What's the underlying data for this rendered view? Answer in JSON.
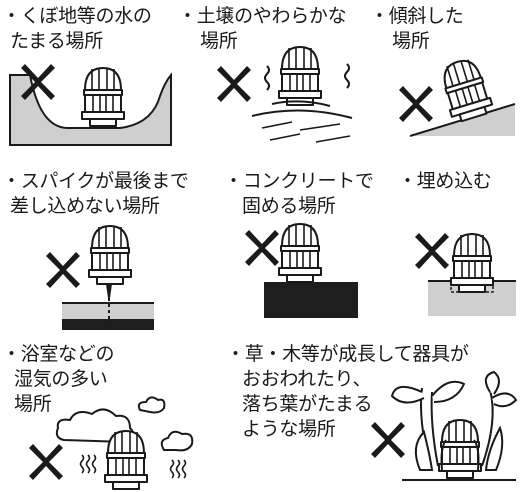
{
  "cells": [
    {
      "lines": [
        "・くぼ地等の水の",
        "たまる場所"
      ]
    },
    {
      "lines": [
        "・土壌のやわらかな",
        "場所"
      ]
    },
    {
      "lines": [
        "・傾斜した",
        "場所"
      ]
    },
    {
      "lines": [
        "・スパイクが最後まで",
        "差し込めない場所"
      ]
    },
    {
      "lines": [
        "・コンクリートで",
        "固める場所"
      ]
    },
    {
      "lines": [
        "・埋め込む"
      ]
    },
    {
      "lines": [
        "・浴室などの",
        "湿気の多い",
        "場所"
      ]
    },
    {
      "lines": [
        "・草・木等が成長して器具が",
        "おおわれたり、",
        "落ち葉がたまる",
        "ような場所"
      ]
    }
  ],
  "icons": [
    "prohibited-x-icon",
    "garden-light-icon"
  ],
  "colors": {
    "ink": "#1a1a1a",
    "ground": "#cfcfcf",
    "concrete": "#1e1e1e",
    "bg": "#ffffff"
  }
}
